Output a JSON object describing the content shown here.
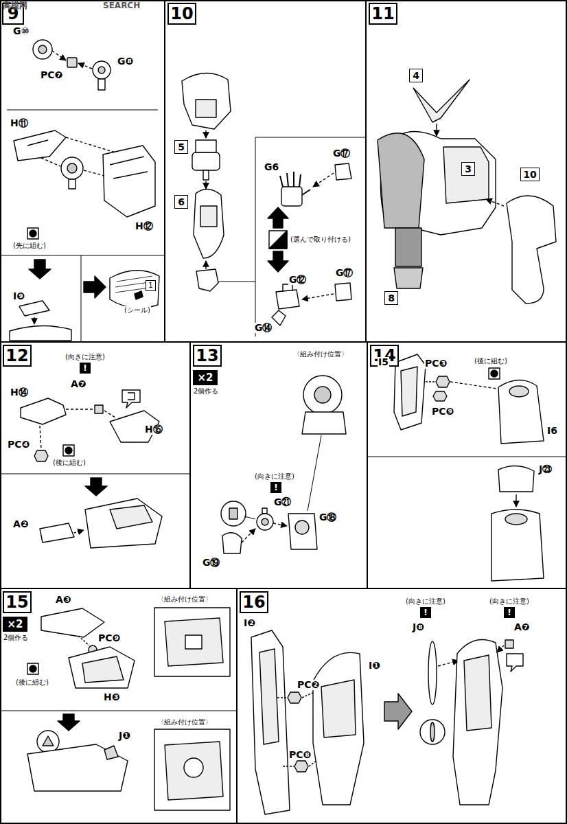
{
  "diagram": {
    "nodes": [
      {
        "text": [
          "9"
        ]
      },
      {
        "text": [
          "1"
        ]
      },
      {
        "text": [
          "10"
        ]
      },
      {
        "text": [
          "5"
        ]
      },
      {
        "text": [
          "6"
        ]
      },
      {
        "text": [
          "11"
        ]
      },
      {
        "text": [
          "4"
        ]
      },
      {
        "text": [
          "3"
        ]
      },
      {
        "text": [
          "10"
        ]
      },
      {
        "text": [
          "8"
        ]
      },
      {
        "text": [
          "12"
        ]
      },
      {
        "text": [
          "13"
        ]
      },
      {
        "text": [
          "×2"
        ]
      },
      {
        "text": [
          "14"
        ]
      },
      {
        "text": [
          "15"
        ]
      },
      {
        "text": [
          "×2"
        ]
      },
      {
        "text": [
          "16"
        ]
      }
    ],
    "labels": [
      "高模网",
      "SEARCH",
      "G⑩",
      "PC❼",
      "G❽",
      "H⑪",
      "H⑫",
      "(先に組む)",
      "I❾",
      "(シール)",
      "G6",
      "G⑰",
      "(選んで取り付ける)",
      "G⑫",
      "G⑰",
      "G⑭",
      "(向きに注意)",
      "!",
      "A❼",
      "H⑭",
      "H⑮",
      "PC❹",
      "(後に組む)",
      "A❷",
      "2個作る",
      "〈組み付け位置〉",
      "(向きに注意)",
      "!",
      "G㉑",
      "G⑱",
      "G⑲",
      "I5",
      "PC❸",
      "(後に組む)",
      "PC❾",
      "I6",
      "J㉓",
      "2個作る",
      "A❸",
      "〈組み付け位置〉",
      "PC❾",
      "(後に組む)",
      "H❸",
      "J❶",
      "〈組み付け位置〉",
      "I❷",
      "PC❷",
      "I❶",
      "PC❽",
      "(向きに注意)",
      "!",
      "J❽",
      "(向きに注意)",
      "!",
      "A❼"
    ]
  }
}
